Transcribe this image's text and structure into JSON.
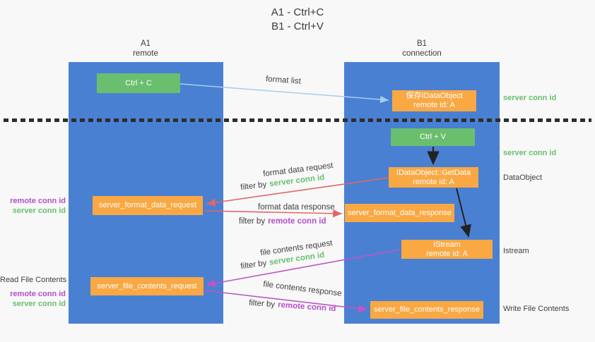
{
  "title": {
    "line1": "A1 - Ctrl+C",
    "line2": "B1 - Ctrl+V"
  },
  "columns": {
    "left": {
      "name": "A1",
      "role": "remote"
    },
    "right": {
      "name": "B1",
      "role": "connection"
    }
  },
  "nodes": {
    "ctrl_c": {
      "label": "Ctrl + C"
    },
    "ctrl_v": {
      "label": "Ctrl + V"
    },
    "save_idataobject": {
      "line1": "保存IDataObject",
      "line2": "remote id: A"
    },
    "getdata": {
      "line1": "IDataObject::GetData",
      "line2": "remote id: A"
    },
    "istream": {
      "line1": "IStream",
      "line2": "remote id: A"
    },
    "format_request": {
      "label": "server_format_data_request"
    },
    "format_response": {
      "label": "server_format_data_response"
    },
    "file_request": {
      "label": "server_file_contents_request"
    },
    "file_response": {
      "label": "server_file_contents_response"
    }
  },
  "annotations": {
    "right_server_conn_top": "server conn id",
    "right_server_conn_mid": "server conn id",
    "right_dataobject": "DataObject",
    "right_istream": "Istream",
    "right_write_file": "Write File Contents",
    "left_remote_conn_top": "remote conn id",
    "left_server_conn_top": "server conn id",
    "left_read_file": "Read File Contents",
    "left_remote_conn_bottom": "remote conn id",
    "left_server_conn_bottom": "server conn id"
  },
  "arrow_labels": {
    "format_list": "format list",
    "format_data_request": "format data request",
    "filter_server_1": {
      "prefix": "filter by",
      "highlight": "server conn id"
    },
    "format_data_response": "format data response",
    "filter_remote_1": {
      "prefix": "filter by",
      "highlight": "remote conn id"
    },
    "file_contents_request": "file contents request",
    "filter_server_2": {
      "prefix": "filter by",
      "highlight": "server conn id"
    },
    "file_contents_response": "file contents response",
    "filter_remote_2": {
      "prefix": "filter by",
      "highlight": "remote conn id"
    }
  },
  "colors": {
    "background": "#f8f8f8",
    "column_blue": "#4a80d2",
    "box_green": "#6abf6e",
    "box_orange": "#f9a843",
    "arrow_light_blue": "#a6cdee",
    "arrow_red": "#e06666",
    "arrow_magenta": "#bf55c6",
    "arrow_black": "#222222",
    "text_green": "#67bf6c",
    "text_purple": "#b44ec9",
    "text_dark": "#3f3f3f"
  }
}
